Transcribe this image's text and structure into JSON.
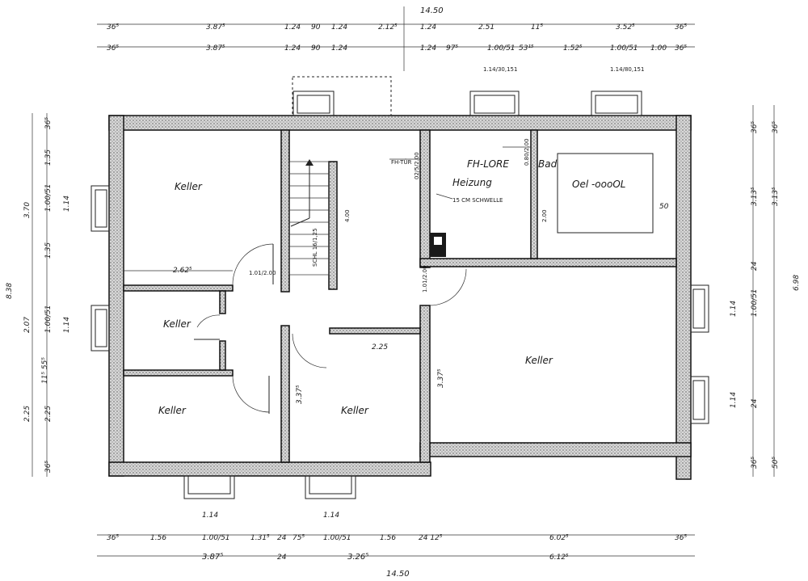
{
  "rooms": {
    "keller_nw": "Keller",
    "keller_w": "Keller",
    "keller_sw": "Keller",
    "keller_s": "Keller",
    "keller_e": "Keller",
    "heizung": "Heizung",
    "fh_lore": "FH-LORE",
    "bad": "Bad",
    "oel": "Oel -oooOL"
  },
  "notes": {
    "schwelle": "15 CM SCHWELLE",
    "fh_tur": "FH-TÜR",
    "oel_50": "50",
    "stair_label": "SCHL 16/1,25",
    "stair_len": "4.00"
  },
  "top_dims": {
    "total": "14.50",
    "row1": [
      "36⁵",
      "3.87⁵",
      "1.24",
      "90",
      "1.24",
      "2.12⁵",
      "1.24",
      "2.51",
      "11⁵",
      "3.52⁵",
      "36⁵"
    ],
    "row2": [
      "36⁵",
      "3.87⁵",
      "1.24",
      "90",
      "1.24",
      "1.24",
      "97⁵",
      "1.00/51",
      "53¹⁵",
      "1.52⁵",
      "1.00/51",
      "1.00",
      "36⁵"
    ],
    "row3": [
      "1.14/30,151",
      "1.14/80,151"
    ]
  },
  "bottom_dims": {
    "total": "14.50",
    "row1": [
      "1.14",
      "1.14"
    ],
    "row2": [
      "36⁵",
      "1.56",
      "1.00/51",
      "1.31⁵",
      "24",
      "75⁵",
      "1.00/51",
      "1.56",
      "24 12⁵",
      "6.02⁵",
      "36⁵"
    ],
    "row3": [
      "3.87⁵",
      "24",
      "3.26⁵",
      "6.12⁵"
    ]
  },
  "left_dims": [
    "36⁵",
    "1.35",
    "3.70",
    "1.00/51",
    "1.14",
    "1.35",
    "8.38",
    "2.07",
    "1.00/51",
    "1.14",
    "11⁵ 55⁵",
    "2.25",
    "2.25",
    "36⁵"
  ],
  "right_dims": [
    "36⁵",
    "36⁵",
    "3.13⁵",
    "3.13⁵",
    "24",
    "6.98",
    "1.14",
    "1.00/51",
    "1.14",
    "24",
    "36⁵",
    "50⁵"
  ],
  "inner_dims": [
    "2.62⁵",
    "1.01/2.00",
    "1.01/2.00",
    "2.25",
    "3.37⁵",
    "3.37⁵",
    "2.00",
    "0.80/2.00",
    "02/5/2.00"
  ]
}
